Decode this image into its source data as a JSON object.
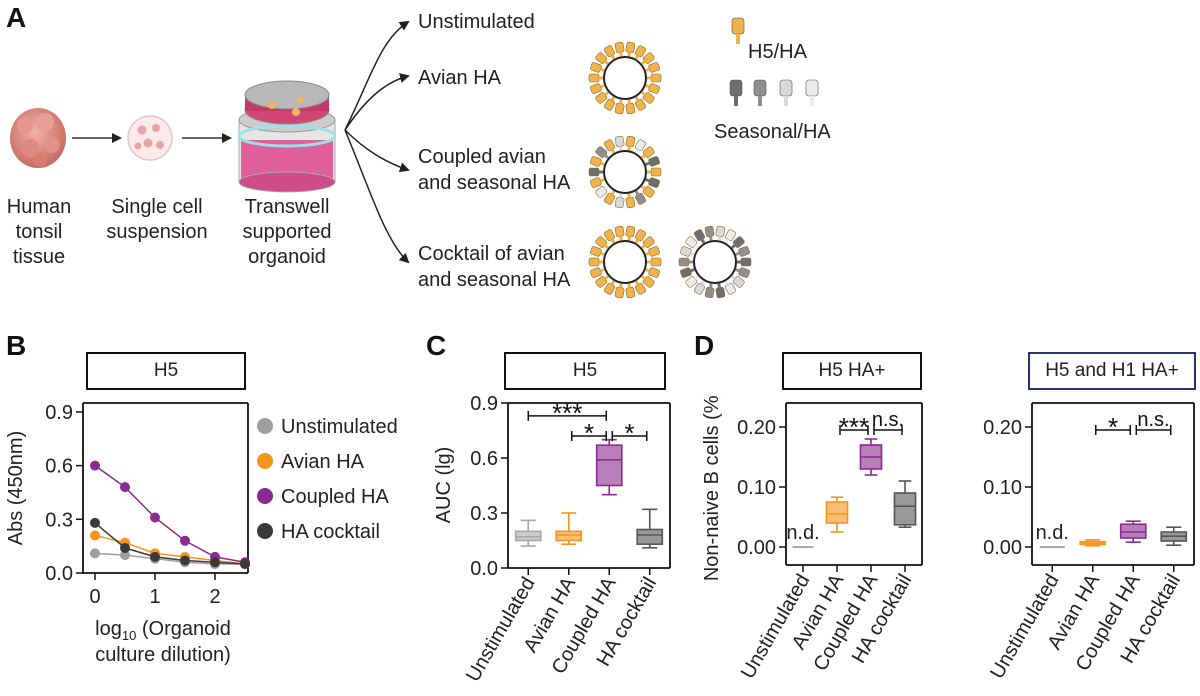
{
  "panel_a": {
    "label": "A",
    "steps": [
      {
        "lines": [
          "Human",
          "tonsil",
          "tissue"
        ]
      },
      {
        "lines": [
          "Single cell",
          "suspension"
        ]
      },
      {
        "lines": [
          "Transwell",
          "supported",
          "organoid"
        ]
      }
    ],
    "conditions": [
      "Unstimulated",
      "Avian HA",
      "Coupled avian",
      "and seasonal HA",
      "Cocktail of avian",
      "and seasonal HA"
    ],
    "legend_h5": "H5/HA",
    "legend_seasonal": "Seasonal/HA",
    "colors": {
      "avian": "#f0b24c",
      "seasonal_dark": "#6e6e6e",
      "seasonal_light": "#d9d9d9",
      "tissue": "#e08a80",
      "organoid": "#c9477a"
    }
  },
  "panel_b": {
    "label": "B",
    "header": "H5",
    "legend": [
      "Unstimulated",
      "Avian HA",
      "Coupled HA",
      "HA cocktail"
    ],
    "colors": [
      "#9e9e9e",
      "#f7941d",
      "#8b2a8f",
      "#3a3a3a"
    ],
    "chart_data": {
      "type": "line",
      "title": "H5",
      "xlabel": "log10 (Organoid culture dilution)",
      "ylabel": "Abs (450nm)",
      "xlim": [
        -0.2,
        2.55
      ],
      "ylim": [
        0,
        0.95
      ],
      "xticks": [
        "0",
        "1",
        "2"
      ],
      "yticks": [
        "0.0",
        "0.3",
        "0.6",
        "0.9"
      ],
      "x": [
        0,
        0.5,
        1,
        1.5,
        2,
        2.5
      ],
      "series": [
        {
          "name": "Unstimulated",
          "values": [
            0.11,
            0.1,
            0.08,
            0.06,
            0.05,
            0.05
          ]
        },
        {
          "name": "Avian HA",
          "values": [
            0.21,
            0.17,
            0.11,
            0.09,
            0.07,
            0.05
          ]
        },
        {
          "name": "Coupled HA",
          "values": [
            0.6,
            0.48,
            0.31,
            0.18,
            0.09,
            0.06
          ]
        },
        {
          "name": "HA cocktail",
          "values": [
            0.28,
            0.14,
            0.09,
            0.07,
            0.06,
            0.05
          ]
        }
      ]
    }
  },
  "panel_c": {
    "label": "C",
    "header": "H5",
    "chart_data": {
      "type": "box",
      "title": "H5",
      "ylabel": "AUC (lg)",
      "ylim": [
        0,
        0.9
      ],
      "yticks": [
        "0.0",
        "0.3",
        "0.6",
        "0.9"
      ],
      "categories": [
        "Unstimulated",
        "Avian HA",
        "Coupled HA",
        "HA cocktail"
      ],
      "boxes": [
        {
          "min": 0.12,
          "q1": 0.15,
          "median": 0.17,
          "q3": 0.2,
          "max": 0.26,
          "color": "#a8a8a8"
        },
        {
          "min": 0.13,
          "q1": 0.15,
          "median": 0.18,
          "q3": 0.2,
          "max": 0.3,
          "color": "#f7941d"
        },
        {
          "min": 0.4,
          "q1": 0.45,
          "median": 0.59,
          "q3": 0.67,
          "max": 0.7,
          "color": "#8b2a8f"
        },
        {
          "min": 0.11,
          "q1": 0.13,
          "median": 0.18,
          "q3": 0.21,
          "max": 0.32,
          "color": "#555555"
        }
      ],
      "annotations": [
        {
          "from": 0,
          "to": 2,
          "label": "***",
          "y": 0.83
        },
        {
          "from": 1,
          "to": 2,
          "label": "*",
          "y": 0.72
        },
        {
          "from": 2,
          "to": 3,
          "label": "*",
          "y": 0.72
        }
      ]
    }
  },
  "panel_d": {
    "label": "D",
    "ylabel": "Non-naive B cells (%)",
    "charts": [
      {
        "header": "H5 HA+",
        "chart_data": {
          "type": "box",
          "title": "H5 HA+",
          "ylim": [
            -0.03,
            0.24
          ],
          "yticks": [
            "0.00",
            "0.10",
            "0.20"
          ],
          "categories": [
            "Unstimulated",
            "Avian HA",
            "Coupled HA",
            "HA cocktail"
          ],
          "boxes": [
            {
              "nd": "n.d.",
              "color": "#a8a8a8"
            },
            {
              "min": 0.025,
              "q1": 0.04,
              "median": 0.055,
              "q3": 0.075,
              "max": 0.083,
              "color": "#f7941d"
            },
            {
              "min": 0.12,
              "q1": 0.13,
              "median": 0.15,
              "q3": 0.17,
              "max": 0.18,
              "color": "#8b2a8f"
            },
            {
              "min": 0.033,
              "q1": 0.037,
              "median": 0.068,
              "q3": 0.09,
              "max": 0.11,
              "color": "#555555"
            }
          ],
          "annotations": [
            {
              "from": 1,
              "to": 2,
              "label": "***",
              "y": 0.195
            },
            {
              "from": 2,
              "to": 3,
              "label": "n.s.",
              "y": 0.195
            }
          ]
        }
      },
      {
        "header": "H5 and H1 HA+",
        "chart_data": {
          "type": "box",
          "title": "H5 and H1 HA+",
          "ylim": [
            -0.03,
            0.24
          ],
          "yticks": [
            "0.00",
            "0.10",
            "0.20"
          ],
          "categories": [
            "Unstimulated",
            "Avian HA",
            "Coupled HA",
            "HA cocktail"
          ],
          "boxes": [
            {
              "nd": "n.d.",
              "color": "#a8a8a8"
            },
            {
              "min": 0.002,
              "q1": 0.004,
              "median": 0.006,
              "q3": 0.009,
              "max": 0.012,
              "color": "#f7941d"
            },
            {
              "min": 0.008,
              "q1": 0.015,
              "median": 0.025,
              "q3": 0.038,
              "max": 0.043,
              "color": "#8b2a8f"
            },
            {
              "min": 0.003,
              "q1": 0.01,
              "median": 0.018,
              "q3": 0.025,
              "max": 0.033,
              "color": "#555555"
            }
          ],
          "annotations": [
            {
              "from": 1,
              "to": 2,
              "label": "*",
              "y": 0.195
            },
            {
              "from": 2,
              "to": 3,
              "label": "n.s.",
              "y": 0.195
            }
          ]
        }
      }
    ]
  }
}
